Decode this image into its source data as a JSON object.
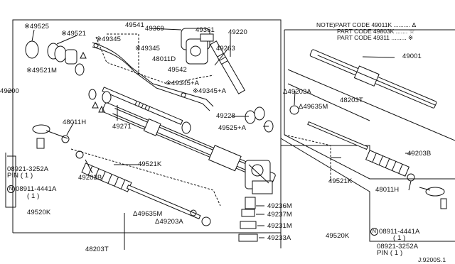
{
  "notes": {
    "line1": "NOTE)PART CODE 49011K .......... Δ",
    "line2": "PART CODE 49803K ....... ☆",
    "line3": "PART CODE 49311 ......... ※"
  },
  "labels": {
    "p49525_top": "※49525",
    "p49521": "※49521",
    "p49521M": "※49521M",
    "p49541": "49541",
    "p49345_a": "※49345",
    "p49345_b": "※49345",
    "p49369": "49369",
    "p49361": "49361",
    "p49220": "49220",
    "p48011D": "48011D",
    "p49263": "49263",
    "p49542": "49542",
    "p49345A_1": "※49345+A",
    "p49345A_2": "※49345+A",
    "p49200": "49200",
    "p49271": "49271",
    "p49228": "49228",
    "p49525A": "49525+A",
    "p49001": "49001",
    "p49203A_right": "Δ49203A",
    "p48203T_right": "48203T",
    "p49635M_right": "Δ49635M",
    "p49203B_right": "49203B",
    "p49521K_right": "49521K",
    "p48011H_right": "48011H",
    "p49520K_right": "49520K",
    "p08911_right": "08911-4441A",
    "p08911_right_qty": "( 1 )",
    "p08921_right": "08921-3252A",
    "p08921_right_pin": "PIN ( 1 )",
    "p48011H_left": "48011H",
    "p49203B_left": "49203B",
    "p49521K_left": "49521K",
    "p08921_left": "08921-3252A",
    "p08921_left_pin": "PIN ( 1 )",
    "p08911_left": "08911-4441A",
    "p08911_left_qty": "( 1 )",
    "p49520K_left": "49520K",
    "p48203T_left": "48203T",
    "p49635M_left": "Δ49635M",
    "p49203A_left": "Δ49203A",
    "p49236M": "49236M",
    "p49237M": "49237M",
    "p49231M": "49231M",
    "p49233A": "49233A",
    "n_symbol": "N",
    "footer_code": "J:9200S.1"
  }
}
